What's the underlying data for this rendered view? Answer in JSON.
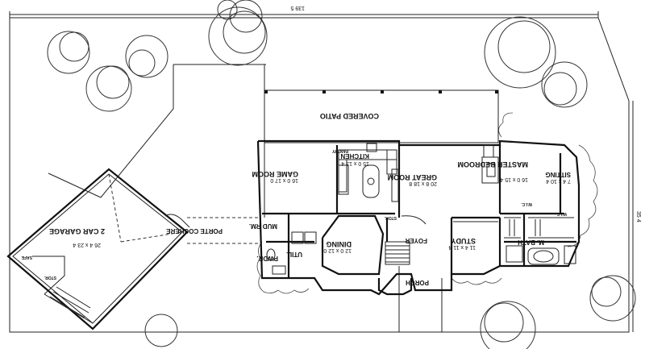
{
  "plan": {
    "lot_width": "139 5",
    "lot_depth": "35 4",
    "rooms": {
      "covered_patio": "COVERED PATIO",
      "kitchen": "KITCHEN",
      "kitchen_dim": "15 0 x 13 4",
      "pantry": "PANTRY",
      "game_room": "GAME ROOM",
      "game_room_dim": "16 0 x 17 0",
      "great_room": "GREAT ROOM",
      "great_room_dim": "20 8 x 18 8",
      "master_bedroom": "MASTER BEDROOM",
      "master_bedroom_dim": "16 0 x 15 4",
      "sitting": "SITTING",
      "sitting_dim": "7 4 x 10 4",
      "wic_1": "W.I.C.",
      "wic_2": "W.I.C.",
      "m_bath": "M. BATH",
      "garage": "2 CAR GARAGE",
      "garage_dim": "26 4 x 23 4",
      "safe": "SAFE",
      "stor_garage": "STOR.",
      "porte_cochere": "PORTE COCHERE",
      "mud_rm": "MUD RM.",
      "utility": "UTIL.",
      "powder": "PWDR.",
      "dining": "DINING",
      "dining_dim": "12 0 x 12 0",
      "foyer": "FOYER",
      "study": "STUDY",
      "study_dim": "11 4 x 11 4",
      "stor_hall": "STOR.",
      "porch": "PORCH"
    }
  }
}
